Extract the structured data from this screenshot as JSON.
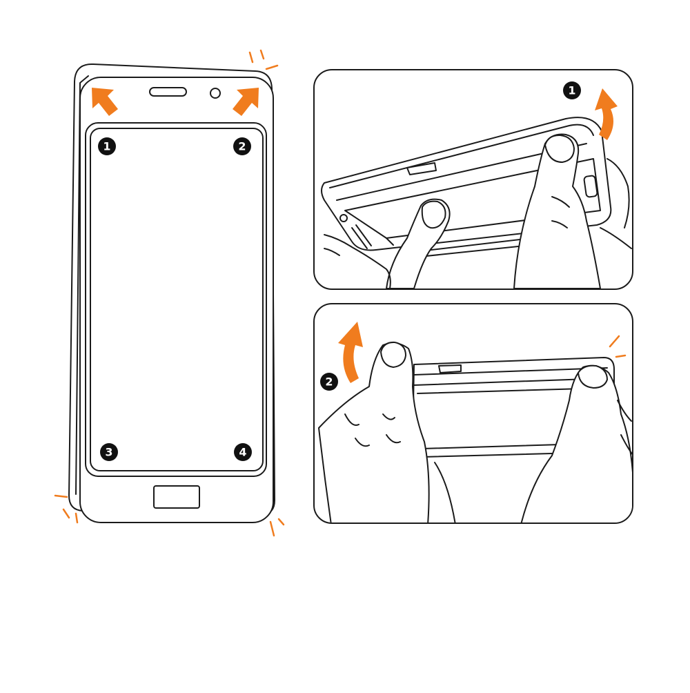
{
  "colors": {
    "line": "#1a1a1a",
    "accent": "#f07c1e",
    "badge": "#111111",
    "background": "#ffffff",
    "skin_fill": "#ffffff"
  },
  "phone_diagram": {
    "corner_markers": [
      "1",
      "2",
      "3",
      "4"
    ],
    "arrow_icon": "arrow-up-right-icon",
    "tap_icon": "impact-lines-icon"
  },
  "panel_top": {
    "step": "1",
    "arrow_icon": "curved-arrow-up-icon"
  },
  "panel_bottom": {
    "step": "2",
    "arrow_icon": "curved-arrow-up-icon"
  }
}
